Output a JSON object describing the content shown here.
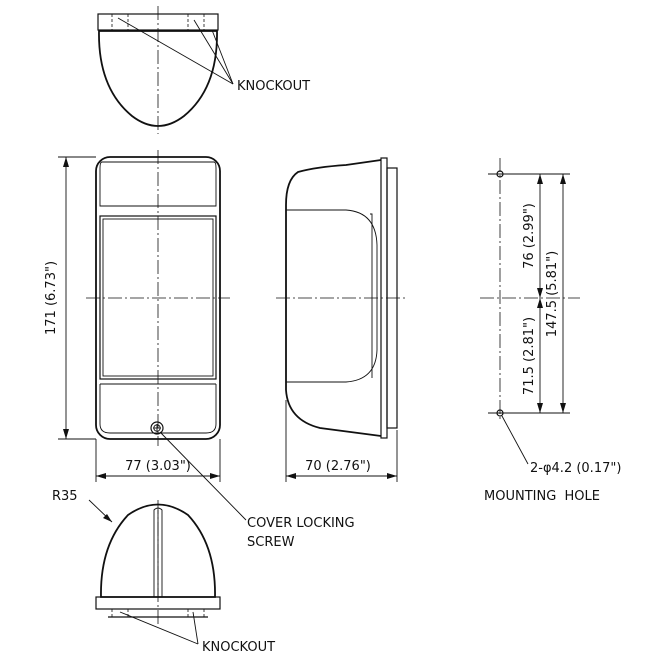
{
  "labels": {
    "knockout_top": "KNOCKOUT",
    "knockout_bottom": "KNOCKOUT",
    "cover_locking_screw_line1": "COVER LOCKING",
    "cover_locking_screw_line2": "SCREW",
    "radius": "R35",
    "mounting_hole_spec": "2-φ4.2 (0.17\")",
    "mounting_hole": "MOUNTING  HOLE"
  },
  "dimensions": {
    "height": "171 (6.73\")",
    "width": "77 (3.03\")",
    "depth": "70 (2.76\")",
    "hole_upper": "76 (2.99\")",
    "hole_lower": "71.5 (2.81\")",
    "hole_total": "147.5 (5.81\")"
  }
}
